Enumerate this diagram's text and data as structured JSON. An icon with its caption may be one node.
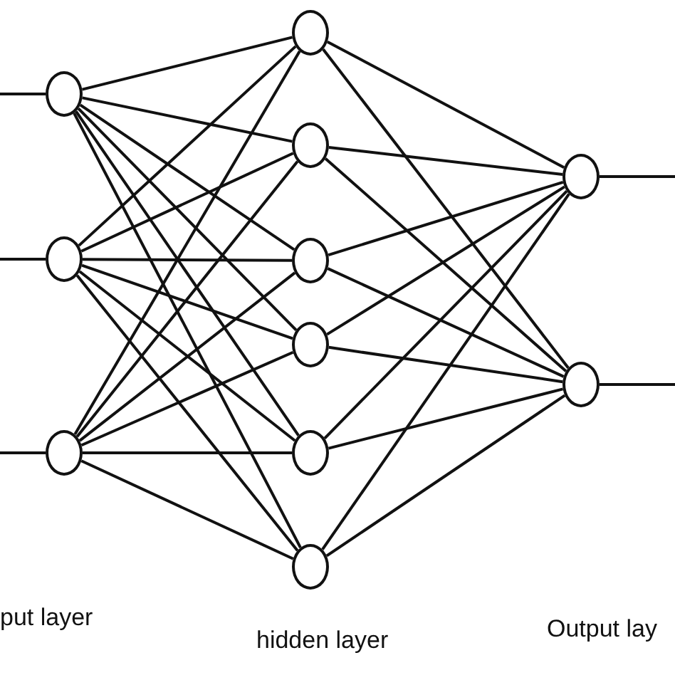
{
  "diagram": {
    "nodes": [
      {
        "text": [],
        "shape": "circle"
      },
      {
        "text": [],
        "shape": "circle"
      },
      {
        "text": [],
        "shape": "circle"
      },
      {
        "text": [],
        "shape": "circle"
      },
      {
        "text": [],
        "shape": "circle"
      },
      {
        "text": [],
        "shape": "circle"
      },
      {
        "text": [],
        "shape": "circle"
      },
      {
        "text": [],
        "shape": "circle"
      },
      {
        "text": [],
        "shape": "circle"
      },
      {
        "text": [],
        "shape": "circle"
      },
      {
        "text": [],
        "shape": "circle"
      }
    ],
    "edges": [
      {
        "from": null,
        "to": 0,
        "arrow": "none"
      },
      {
        "from": null,
        "to": 1,
        "arrow": "none"
      },
      {
        "from": null,
        "to": 2,
        "arrow": "none"
      },
      {
        "from": 0,
        "to": 3,
        "arrow": "none"
      },
      {
        "from": 0,
        "to": 4,
        "arrow": "none"
      },
      {
        "from": 0,
        "to": 5,
        "arrow": "none"
      },
      {
        "from": 0,
        "to": 6,
        "arrow": "none"
      },
      {
        "from": 0,
        "to": 7,
        "arrow": "none"
      },
      {
        "from": 0,
        "to": 8,
        "arrow": "none"
      },
      {
        "from": 1,
        "to": 3,
        "arrow": "none"
      },
      {
        "from": 1,
        "to": 4,
        "arrow": "none"
      },
      {
        "from": 1,
        "to": 5,
        "arrow": "none"
      },
      {
        "from": 1,
        "to": 6,
        "arrow": "none"
      },
      {
        "from": 1,
        "to": 7,
        "arrow": "none"
      },
      {
        "from": 1,
        "to": 8,
        "arrow": "none"
      },
      {
        "from": 2,
        "to": 3,
        "arrow": "none"
      },
      {
        "from": 2,
        "to": 4,
        "arrow": "none"
      },
      {
        "from": 2,
        "to": 5,
        "arrow": "none"
      },
      {
        "from": 2,
        "to": 6,
        "arrow": "none"
      },
      {
        "from": 2,
        "to": 7,
        "arrow": "none"
      },
      {
        "from": 2,
        "to": 8,
        "arrow": "none"
      },
      {
        "from": 3,
        "to": 9,
        "arrow": "none"
      },
      {
        "from": 3,
        "to": 10,
        "arrow": "none"
      },
      {
        "from": 4,
        "to": 9,
        "arrow": "none"
      },
      {
        "from": 4,
        "to": 10,
        "arrow": "none"
      },
      {
        "from": 5,
        "to": 9,
        "arrow": "none"
      },
      {
        "from": 5,
        "to": 10,
        "arrow": "none"
      },
      {
        "from": 6,
        "to": 9,
        "arrow": "none"
      },
      {
        "from": 6,
        "to": 10,
        "arrow": "none"
      },
      {
        "from": 7,
        "to": 9,
        "arrow": "none"
      },
      {
        "from": 7,
        "to": 10,
        "arrow": "none"
      },
      {
        "from": 8,
        "to": 9,
        "arrow": "none"
      },
      {
        "from": 8,
        "to": 10,
        "arrow": "none"
      },
      {
        "from": 9,
        "to": null,
        "arrow": "none"
      },
      {
        "from": 10,
        "to": null,
        "arrow": "none"
      }
    ],
    "labels": [
      "put layer",
      "hidden layer",
      "Output lay"
    ]
  }
}
